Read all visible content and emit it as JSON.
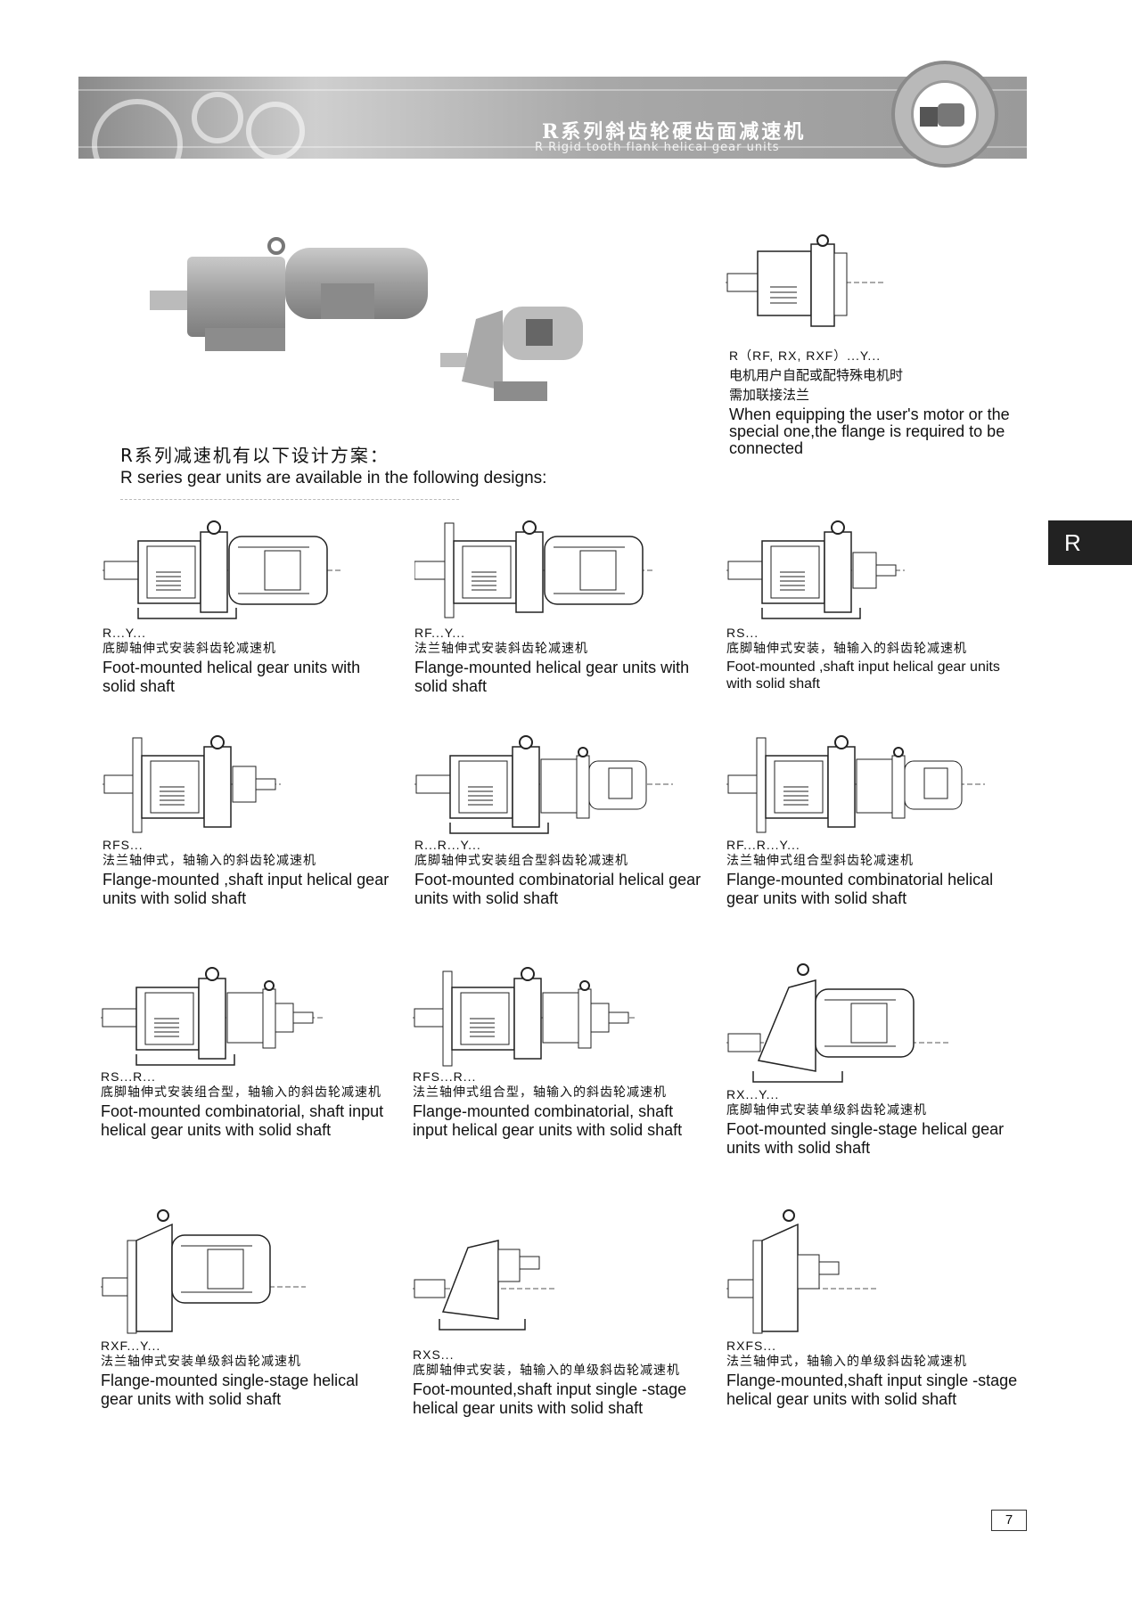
{
  "header": {
    "title_zh": "R系列斜齿轮硬齿面减速机",
    "title_en": "R Rigid tooth flank helical gear units"
  },
  "flange_note": {
    "code": "R（RF, RX, RXF）...Y...",
    "zh_line1": "电机用户自配或配特殊电机时",
    "zh_line2": "需加联接法兰",
    "en": "When equipping the user's motor or the special one,the flange is required to be connected"
  },
  "intro": {
    "zh": "R系列减速机有以下设计方案：",
    "en": "R series gear units are available in the following designs:"
  },
  "tab_label": "R",
  "designs": [
    {
      "code": "R...Y...",
      "zh": "底脚轴伸式安装斜齿轮减速机",
      "en": "Foot-mounted helical gear units with solid shaft"
    },
    {
      "code": "RF...Y...",
      "zh": "法兰轴伸式安装斜齿轮减速机",
      "en": "Flange-mounted helical gear units with solid shaft"
    },
    {
      "code": "RS...",
      "zh": "底脚轴伸式安装，轴输入的斜齿轮减速机",
      "en": "Foot-mounted ,shaft input helical gear units with solid shaft"
    },
    {
      "code": "RFS...",
      "zh": "法兰轴伸式，轴输入的斜齿轮减速机",
      "en": "Flange-mounted ,shaft input helical gear units with solid shaft"
    },
    {
      "code": "R...R...Y...",
      "zh": "底脚轴伸式安装组合型斜齿轮减速机",
      "en": "Foot-mounted combinatorial helical gear units with solid shaft"
    },
    {
      "code": "RF...R...Y...",
      "zh": "法兰轴伸式组合型斜齿轮减速机",
      "en": "Flange-mounted combinatorial helical gear units with solid shaft"
    },
    {
      "code": "RS...R...",
      "zh": "底脚轴伸式安装组合型，轴输入的斜齿轮减速机",
      "en": "Foot-mounted combinatorial, shaft input helical gear units with solid shaft"
    },
    {
      "code": "RFS...R...",
      "zh": "法兰轴伸式组合型，轴输入的斜齿轮减速机",
      "en": "Flange-mounted combinatorial, shaft input helical gear units with solid shaft"
    },
    {
      "code": "RX...Y...",
      "zh": "底脚轴伸式安装单级斜齿轮减速机",
      "en": "Foot-mounted single-stage helical gear units with solid shaft"
    },
    {
      "code": "RXF...Y...",
      "zh": "法兰轴伸式安装单级斜齿轮减速机",
      "en": "Flange-mounted single-stage helical gear units with solid shaft"
    },
    {
      "code": "RXS...",
      "zh": "底脚轴伸式安装，轴输入的单级斜齿轮减速机",
      "en": "Foot-mounted,shaft input single -stage helical gear units with solid shaft"
    },
    {
      "code": "RXFS...",
      "zh": "法兰轴伸式，轴输入的单级斜齿轮减速机",
      "en": "Flange-mounted,shaft input single -stage helical gear units with solid shaft"
    }
  ],
  "page_number": "7"
}
